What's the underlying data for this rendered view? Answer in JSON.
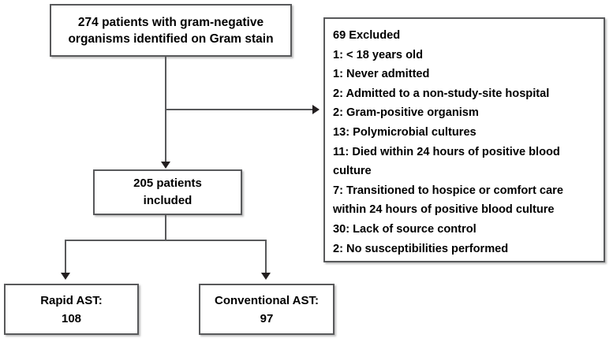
{
  "diagram": {
    "title": "Patient enrollment flow diagram",
    "type": "flowchart",
    "colors": {
      "box_border": "#58595b",
      "connector": "#58595b",
      "arrow": "#231f20",
      "background": "#ffffff",
      "text": "#000000"
    },
    "nodes": {
      "screened": {
        "line1": "274 patients with gram-negative",
        "line2": "organisms identified on Gram stain",
        "count": "274"
      },
      "included": {
        "line1": "205 patients",
        "line2": "included",
        "count": "205"
      },
      "rapid_ast": {
        "line1": "Rapid AST:",
        "line2": "108",
        "count": "108"
      },
      "conventional_ast": {
        "line1": "Conventional AST:",
        "line2": "97",
        "count": "97"
      },
      "excluded": {
        "title": "69 Excluded",
        "count": "69",
        "items": [
          "1: < 18 years old",
          "1: Never admitted",
          "2: Admitted to a non-study-site hospital",
          "2: Gram-positive organism",
          "13: Polymicrobial cultures",
          "11: Died within 24 hours of positive blood culture",
          "7: Transitioned to hospice or comfort care within 24 hours of positive blood culture",
          "30: Lack of source control",
          "2: No susceptibilities performed"
        ]
      }
    },
    "connectors": [
      {
        "name": "screened-to-included",
        "kind": "arrow-down"
      },
      {
        "name": "screened-to-excluded",
        "kind": "arrow-right"
      },
      {
        "name": "included-to-rapid",
        "kind": "arrow-down"
      },
      {
        "name": "included-to-conventional",
        "kind": "arrow-down"
      }
    ]
  }
}
